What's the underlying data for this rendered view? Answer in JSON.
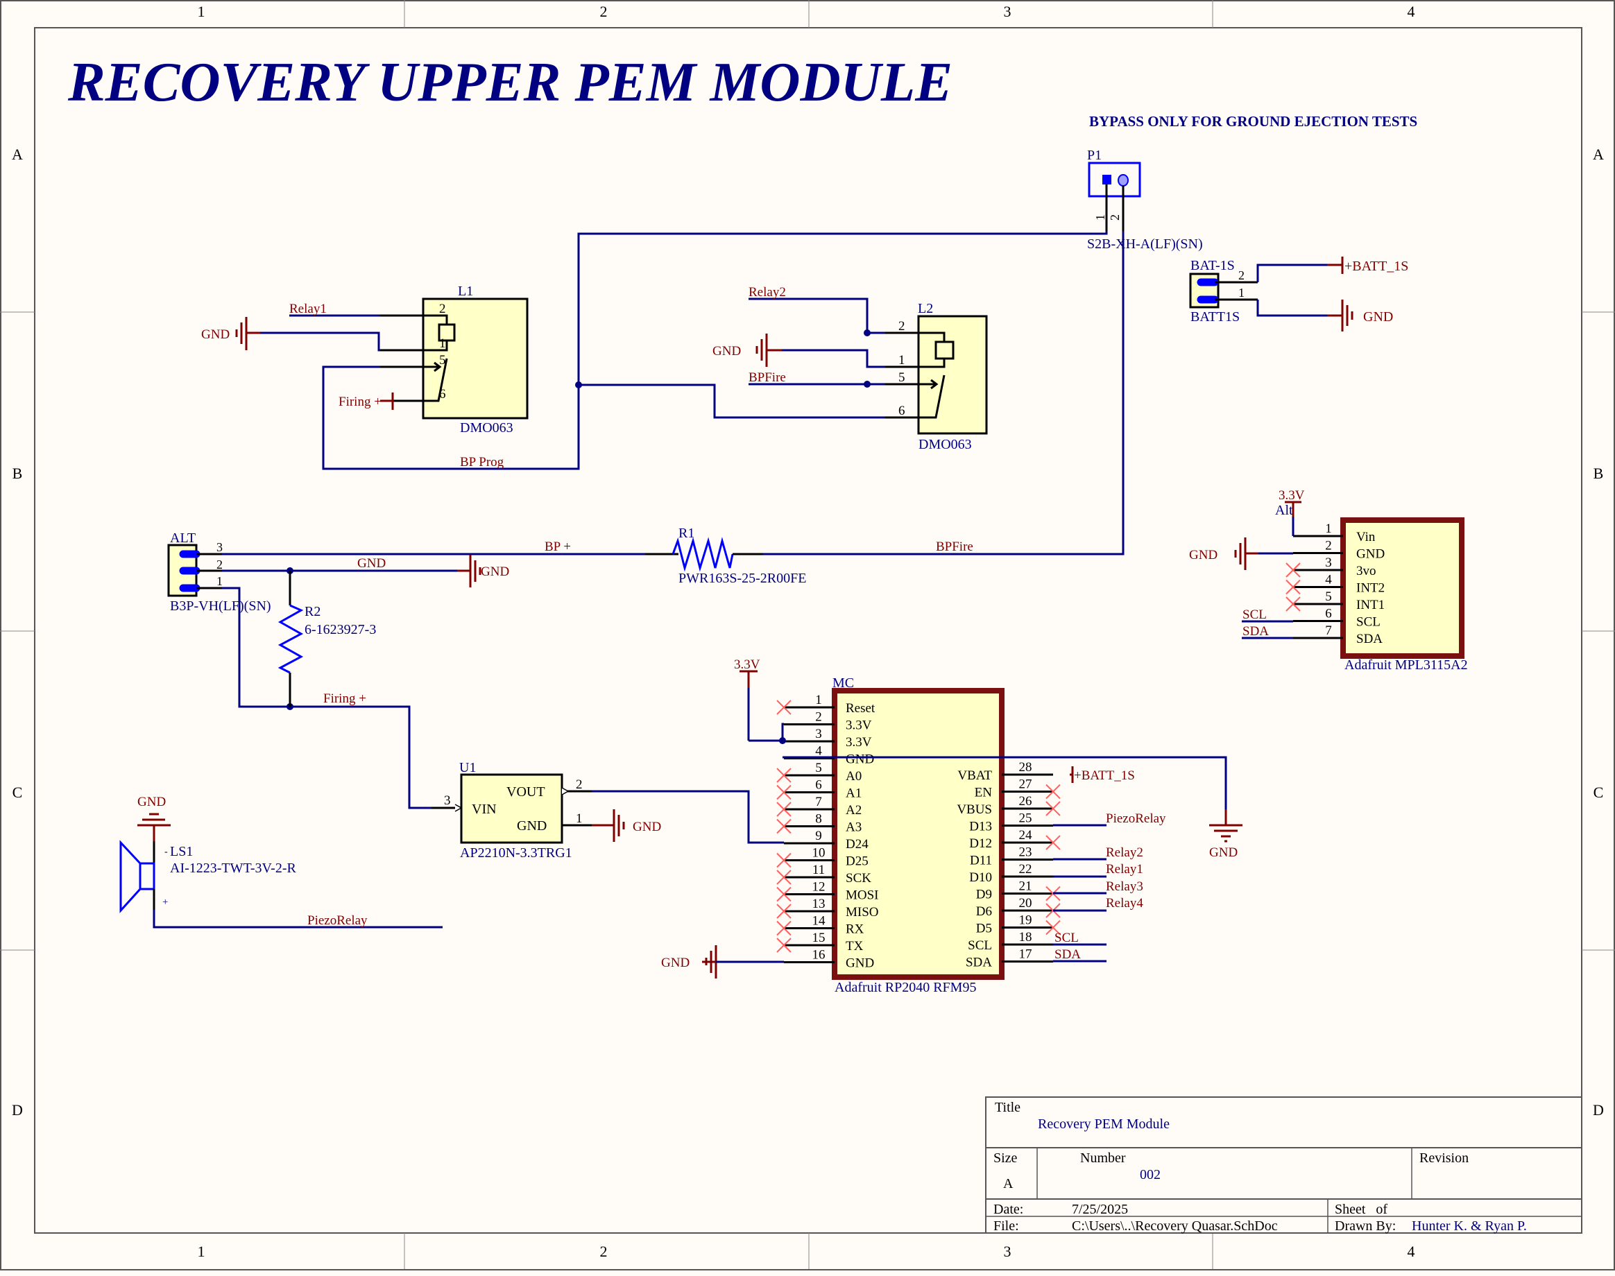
{
  "sheet": {
    "title": "RECOVERY UPPER PEM MODULE",
    "note": "BYPASS ONLY FOR GROUND EJECTION TESTS",
    "col_labels": [
      "1",
      "2",
      "3",
      "4"
    ],
    "row_labels": [
      "A",
      "B",
      "C",
      "D"
    ]
  },
  "components": {
    "P1": {
      "ref": "P1",
      "part": "S2B-XH-A(LF)(SN)",
      "pins": [
        "1",
        "2"
      ]
    },
    "BAT": {
      "ref": "BAT-1S",
      "part": "BATT1S",
      "pins": [
        "2",
        "1"
      ]
    },
    "L1": {
      "ref": "L1",
      "part": "DMO063",
      "pins": [
        "2",
        "1",
        "5",
        "6"
      ]
    },
    "L2": {
      "ref": "L2",
      "part": "DMO063",
      "pins": [
        "2",
        "1",
        "5",
        "6"
      ]
    },
    "ALT_CONN": {
      "ref": "ALT",
      "part": "B3P-VH(LF)(SN)",
      "pins": [
        "3",
        "2",
        "1"
      ]
    },
    "R1": {
      "ref": "R1",
      "part": "PWR163S-25-2R00FE"
    },
    "R2": {
      "ref": "R2",
      "part": "6-1623927-3"
    },
    "ALT_SENSOR": {
      "ref": "Alt",
      "part": "Adafruit MPL3115A2",
      "pins": [
        {
          "num": "1",
          "name": "Vin"
        },
        {
          "num": "2",
          "name": "GND"
        },
        {
          "num": "3",
          "name": "3vo"
        },
        {
          "num": "4",
          "name": "INT2"
        },
        {
          "num": "5",
          "name": "INT1"
        },
        {
          "num": "6",
          "name": "SCL"
        },
        {
          "num": "7",
          "name": "SDA"
        }
      ]
    },
    "U1": {
      "ref": "U1",
      "part": "AP2210N-3.3TRG1",
      "pins": [
        {
          "num": "3",
          "name": "VIN"
        },
        {
          "num": "2",
          "name": "VOUT"
        },
        {
          "num": "1",
          "name": "GND"
        }
      ]
    },
    "LS1": {
      "ref": "LS1",
      "part": "AI-1223-TWT-3V-2-R",
      "minus": "-",
      "plus": "+"
    },
    "MC": {
      "ref": "MC",
      "part": "Adafruit RP2040 RFM95",
      "left_pins": [
        {
          "num": "1",
          "name": "Reset"
        },
        {
          "num": "2",
          "name": "3.3V"
        },
        {
          "num": "3",
          "name": "3.3V"
        },
        {
          "num": "4",
          "name": "GND"
        },
        {
          "num": "5",
          "name": "A0"
        },
        {
          "num": "6",
          "name": "A1"
        },
        {
          "num": "7",
          "name": "A2"
        },
        {
          "num": "8",
          "name": "A3"
        },
        {
          "num": "9",
          "name": "D24"
        },
        {
          "num": "10",
          "name": "D25"
        },
        {
          "num": "11",
          "name": "SCK"
        },
        {
          "num": "12",
          "name": "MOSI"
        },
        {
          "num": "13",
          "name": "MISO"
        },
        {
          "num": "14",
          "name": "RX"
        },
        {
          "num": "15",
          "name": "TX"
        },
        {
          "num": "16",
          "name": "GND"
        }
      ],
      "right_pins": [
        {
          "num": "28",
          "name": "VBAT"
        },
        {
          "num": "27",
          "name": "EN"
        },
        {
          "num": "26",
          "name": "VBUS"
        },
        {
          "num": "25",
          "name": "D13"
        },
        {
          "num": "24",
          "name": "D12"
        },
        {
          "num": "23",
          "name": "D11"
        },
        {
          "num": "22",
          "name": "D10"
        },
        {
          "num": "21",
          "name": "D9"
        },
        {
          "num": "20",
          "name": "D6"
        },
        {
          "num": "19",
          "name": "D5"
        },
        {
          "num": "18",
          "name": "SCL"
        },
        {
          "num": "17",
          "name": "SDA"
        }
      ]
    }
  },
  "nets": {
    "relay1": "Relay1",
    "relay2": "Relay2",
    "relay3": "Relay3",
    "relay4": "Relay4",
    "gnd": "GND",
    "firing": "Firing +",
    "bp_prog": "BP Prog",
    "bp_plus": "BP +",
    "bpfire": "BPFire",
    "batt": "+BATT_1S",
    "v33": "3.3V",
    "piezo": "PiezoRelay",
    "scl": "SCL",
    "sda": "SDA"
  },
  "title_block": {
    "title_label": "Title",
    "title_value": "Recovery PEM Module",
    "size_label": "Size",
    "size_value": "A",
    "number_label": "Number",
    "number_value": "002",
    "revision_label": "Revision",
    "revision_value": "",
    "date_label": "Date:",
    "date_value": "7/25/2025",
    "sheet_label": "Sheet   of",
    "file_label": "File:",
    "file_value": "C:\\Users\\..\\Recovery Quasar.SchDoc",
    "drawn_label": "Drawn By:",
    "drawn_value": "Hunter K. & Ryan P."
  }
}
